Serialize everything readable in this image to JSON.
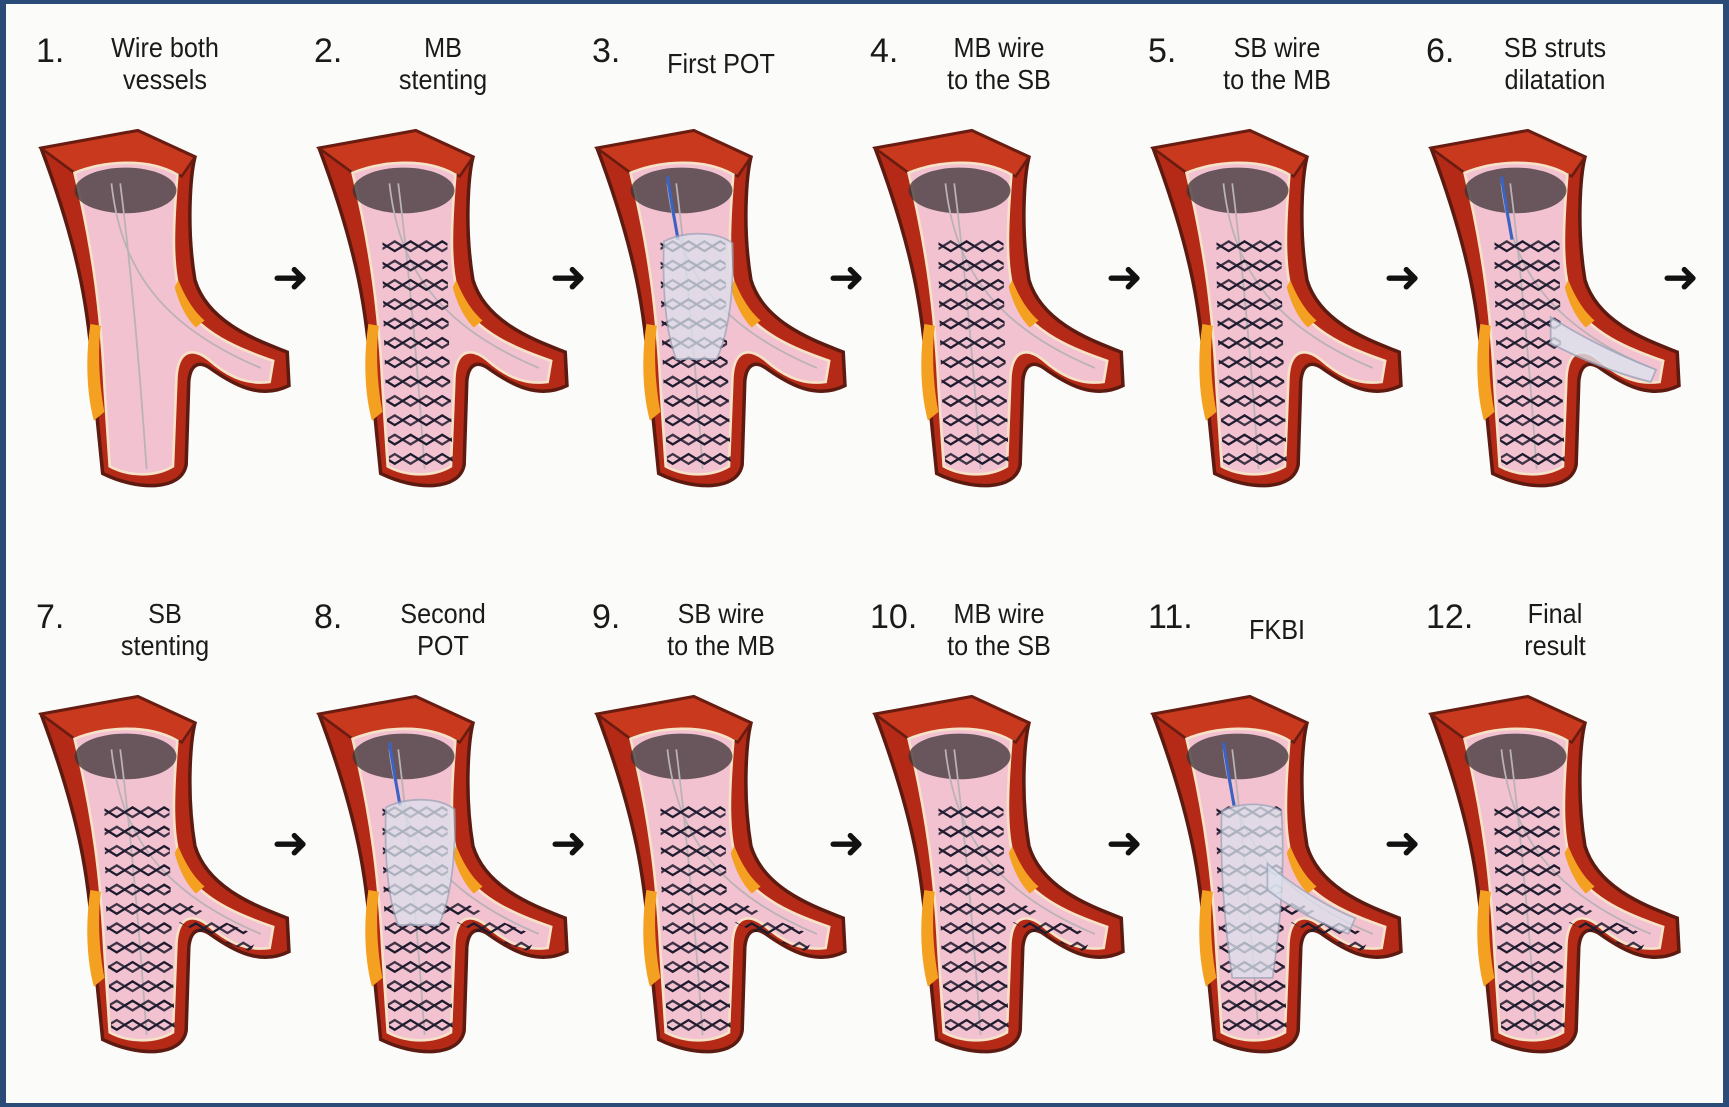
{
  "colors": {
    "background": "#fbfbf9",
    "border": "#2a4a78",
    "artery_wall": "#b52a16",
    "lumen": "#f2c2d0",
    "plaque": "#f4a021",
    "stent": "#1e1b2e",
    "balloon": "#dce3ee",
    "wire": "#3b63c4"
  },
  "steps": [
    {
      "num": "1.",
      "label": [
        "Wire both",
        "vessels"
      ],
      "stent_mb": false,
      "stent_sb": false,
      "balloon": "",
      "wire": false
    },
    {
      "num": "2.",
      "label": [
        "MB",
        "stenting"
      ],
      "stent_mb": true,
      "stent_sb": false,
      "balloon": "",
      "wire": false
    },
    {
      "num": "3.",
      "label": [
        "First POT"
      ],
      "stent_mb": true,
      "stent_sb": false,
      "balloon": "prox",
      "wire": true
    },
    {
      "num": "4.",
      "label": [
        "MB wire",
        "to the SB"
      ],
      "stent_mb": true,
      "stent_sb": false,
      "balloon": "",
      "wire": false
    },
    {
      "num": "5.",
      "label": [
        "SB wire",
        "to the MB"
      ],
      "stent_mb": true,
      "stent_sb": false,
      "balloon": "",
      "wire": false
    },
    {
      "num": "6.",
      "label": [
        "SB struts",
        "dilatation"
      ],
      "stent_mb": true,
      "stent_sb": false,
      "balloon": "sb",
      "wire": true
    },
    {
      "num": "7.",
      "label": [
        "SB",
        "stenting"
      ],
      "stent_mb": true,
      "stent_sb": true,
      "balloon": "",
      "wire": false
    },
    {
      "num": "8.",
      "label": [
        "Second",
        "POT"
      ],
      "stent_mb": true,
      "stent_sb": true,
      "balloon": "prox",
      "wire": true
    },
    {
      "num": "9.",
      "label": [
        "SB wire",
        "to the MB"
      ],
      "stent_mb": true,
      "stent_sb": true,
      "balloon": "",
      "wire": false
    },
    {
      "num": "10.",
      "label": [
        "MB wire",
        "to the SB"
      ],
      "stent_mb": true,
      "stent_sb": true,
      "balloon": "",
      "wire": false
    },
    {
      "num": "11.",
      "label": [
        "FKBI"
      ],
      "stent_mb": true,
      "stent_sb": true,
      "balloon": "kiss",
      "wire": true
    },
    {
      "num": "12.",
      "label": [
        "Final",
        "result"
      ],
      "stent_mb": true,
      "stent_sb": true,
      "balloon": "",
      "wire": false
    }
  ],
  "arrow_glyph": "➜"
}
